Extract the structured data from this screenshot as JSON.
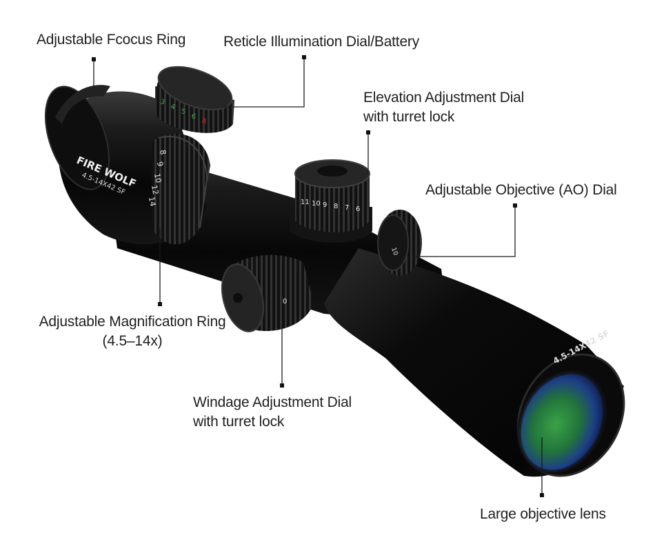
{
  "labels": {
    "focus_ring": "Adjustable Fcocus Ring",
    "reticle_dial": "Reticle Illumination Dial/Battery",
    "elevation_line1": "Elevation Adjustment Dial",
    "elevation_line2": "with turret lock",
    "ao_dial": "Adjustable Objective (AO) Dial",
    "magnification_line1": "Adjustable Magnification Ring",
    "magnification_line2": "(4.5–14x)",
    "windage_line1": "Windage Adjustment Dial",
    "windage_line2": "with turret lock",
    "objective_lens": "Large objective lens"
  },
  "scope_print": {
    "brand": "FIRE WOLF",
    "model": "4.5-14X42 SF",
    "model_side": "4.5-14X42 SF",
    "mag_marks": [
      "8",
      "9",
      "10",
      "12",
      "14"
    ],
    "elevation_marks": [
      "11",
      "10",
      "9",
      "8",
      "7",
      "6"
    ],
    "illum_marks": [
      "3",
      "4",
      "5",
      "6",
      "R"
    ],
    "ao_mark": "10",
    "windage_mark": "0"
  },
  "colors": {
    "body": "#0d0d0d",
    "leader": "#1a1a1a",
    "lens_green": "#2f8a3a",
    "lens_blue": "#1f3c8a",
    "illum_red": "#d81e1e",
    "illum_green": "#3faa4a"
  }
}
